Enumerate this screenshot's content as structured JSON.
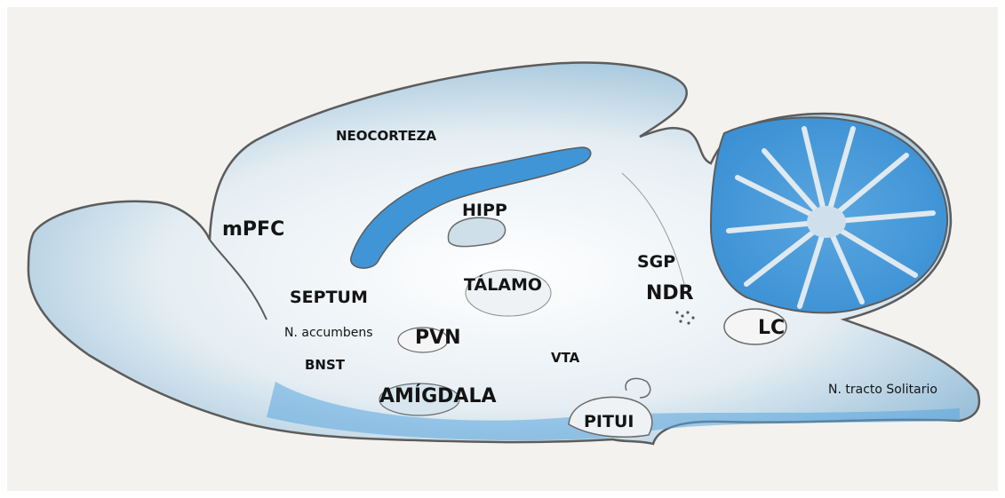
{
  "colors": {
    "tissue": "#a9c9dc",
    "tissue_dark": "#3f95d6",
    "outline": "#5c5c5c",
    "paper": "#f4f2ee"
  },
  "labels": {
    "neocorteza": "NEOCORTEZA",
    "mpfc": "mPFC",
    "hipp": "HIPP",
    "talamo": "TÁLAMO",
    "septum": "SEPTUM",
    "accumbens": "N. accumbens",
    "pvn": "PVN",
    "bnst": "BNST",
    "amigdala": "AMÍGDALA",
    "vta": "VTA",
    "pitui": "PITUI",
    "sgp": "SGP",
    "ndr": "NDR",
    "lc": "LC",
    "solitario": "N. tracto Solitario"
  }
}
